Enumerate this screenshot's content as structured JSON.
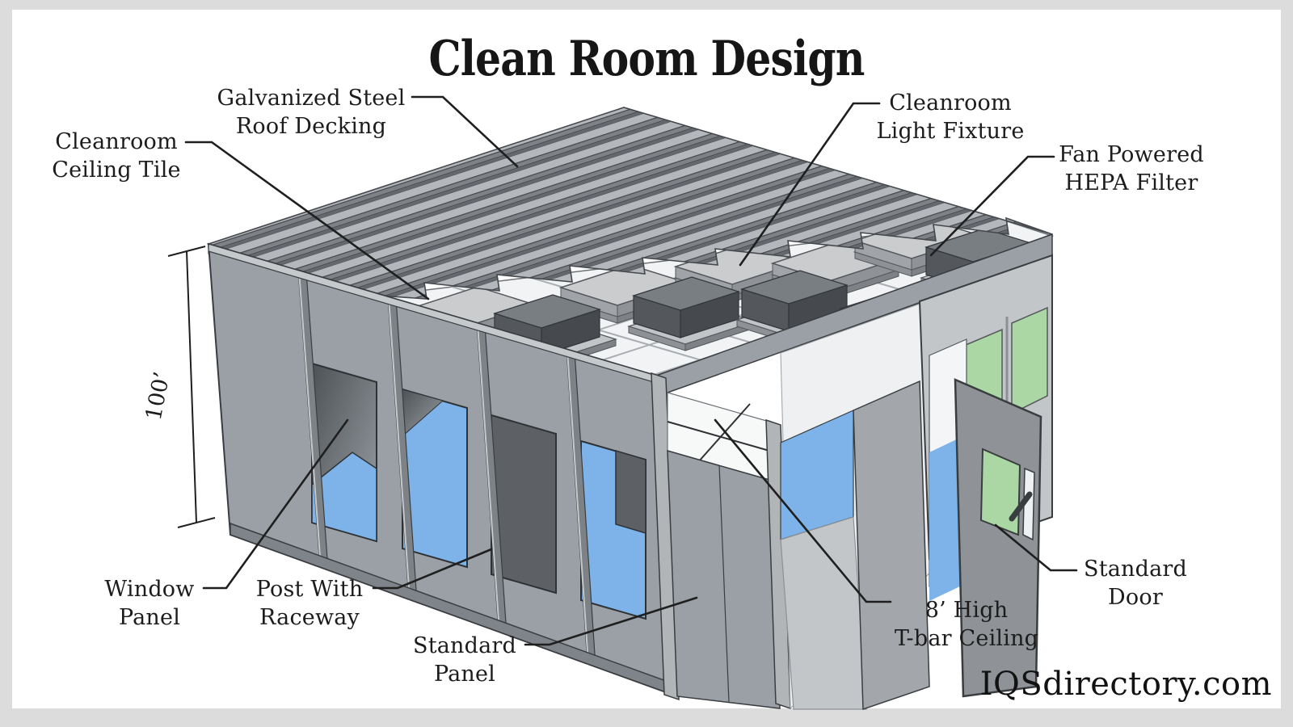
{
  "title": "Clean Room Design",
  "watermark": "IQSdirectory.com",
  "dimension": {
    "value": "100’"
  },
  "labels": {
    "roof_decking": {
      "line1": "Galvanized Steel",
      "line2": "Roof Decking"
    },
    "ceiling_tile": {
      "line1": "Cleanroom",
      "line2": "Ceiling Tile"
    },
    "light_fixture": {
      "line1": "Cleanroom",
      "line2": "Light Fixture"
    },
    "hepa_filter": {
      "line1": "Fan Powered",
      "line2": "HEPA Filter"
    },
    "window_panel": {
      "line1": "Window",
      "line2": "Panel"
    },
    "post_raceway": {
      "line1": "Post With",
      "line2": "Raceway"
    },
    "standard_panel": {
      "line1": "Standard",
      "line2": "Panel"
    },
    "tbar_ceiling": {
      "line1": "8’ High",
      "line2": "T-bar Ceiling"
    },
    "standard_door": {
      "line1": "Standard",
      "line2": "Door"
    }
  },
  "colors": {
    "frame_background": "#dcdcdc",
    "canvas": "#ffffff",
    "wall_gray": "#9aa0a6",
    "deck_gray": "#b4b8bc",
    "dark_equipment": "#54585c",
    "window_blue": "#7db3e8",
    "glass_green": "#abd7a5",
    "ceiling_white": "#f2f3f4",
    "line_ink": "#1f1f1f"
  }
}
